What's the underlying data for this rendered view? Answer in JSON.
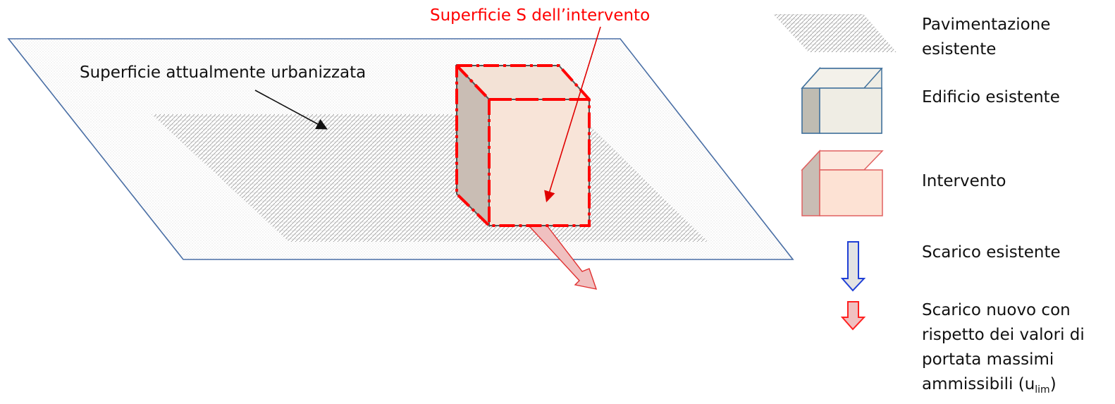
{
  "diagram": {
    "label_target_area": "Superficie S dell’intervento",
    "label_urbanized_area": "Superficie attualmente urbanizzata"
  },
  "legend": {
    "paving": {
      "line1": "Pavimentazione",
      "line2": "esistente"
    },
    "existing_building": "Edificio esistente",
    "intervention": "Intervento",
    "existing_discharge": "Scarico esistente",
    "new_discharge": {
      "line1": "Scarico nuovo con",
      "line2": "rispetto dei valori di",
      "line3": "portata massimi",
      "line4_prefix": "ammissibili (u",
      "line4_sub": "lim",
      "line4_suffix": ")"
    }
  },
  "colors": {
    "plane_stroke": "#4a6fa5",
    "highlight_red": "#ff0000",
    "intervention_fill": "#f8e4d8",
    "intervention_side": "#c9bdb4",
    "building_fill": "#efede4",
    "building_side": "#bfbcb2",
    "building_stroke": "#41719c",
    "existing_arrow_stroke": "#1f3fd6",
    "existing_arrow_fill": "#e3e3e3",
    "new_arrow_fill": "#f0c0c0"
  }
}
